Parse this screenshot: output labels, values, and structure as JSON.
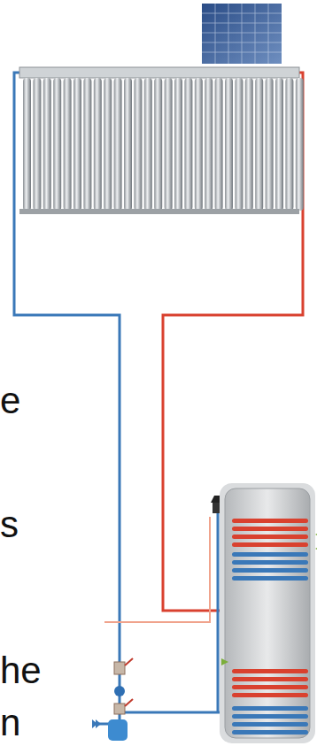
{
  "diagram": {
    "labels": [
      "e",
      "s",
      "he",
      "n"
    ]
  }
}
